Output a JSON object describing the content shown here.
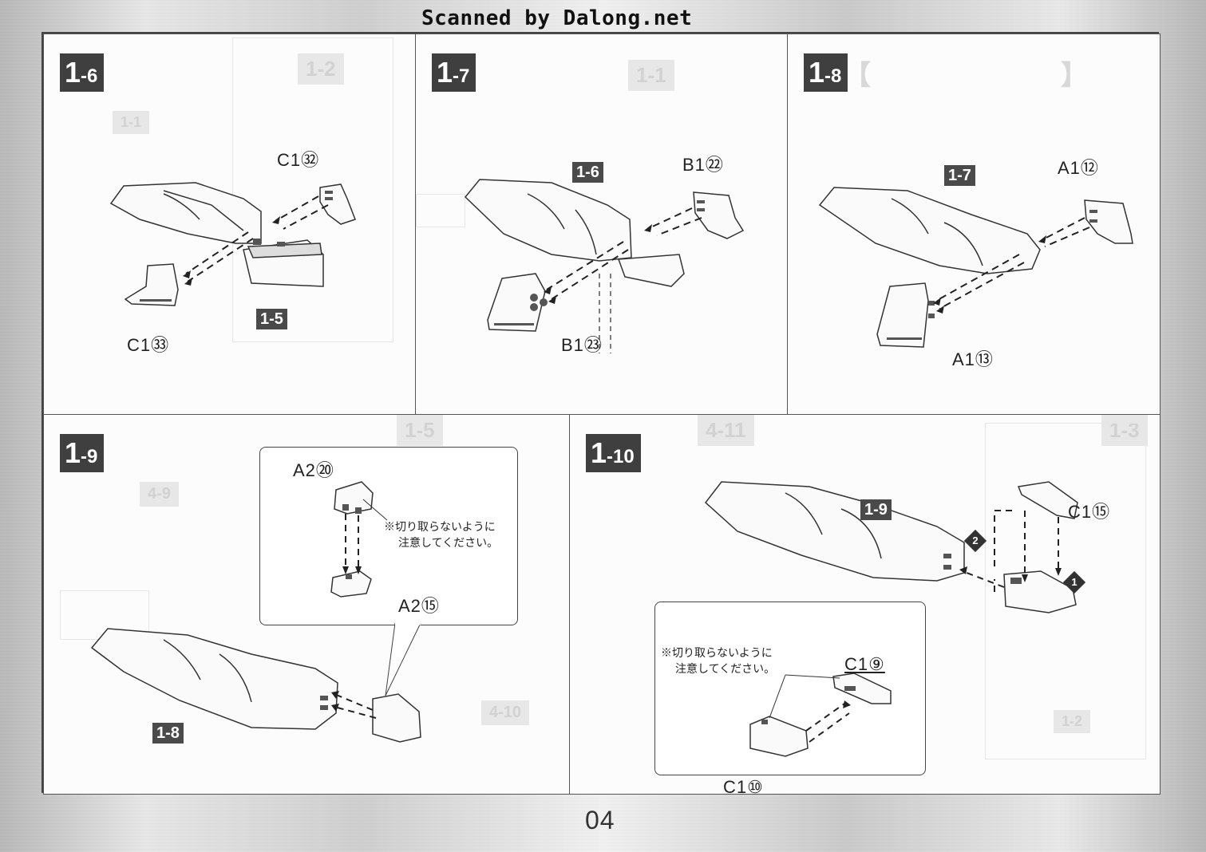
{
  "watermark": "Scanned by Dalong.net",
  "page_number": "04",
  "panels": [
    {
      "step_main": "1",
      "step_sub": "-6",
      "tags": [
        "1-5"
      ],
      "parts": [
        "C1㉜",
        "C1㉝"
      ]
    },
    {
      "step_main": "1",
      "step_sub": "-7",
      "tags": [
        "1-6"
      ],
      "parts": [
        "B1㉒",
        "B1㉓"
      ]
    },
    {
      "step_main": "1",
      "step_sub": "-8",
      "tags": [
        "1-7"
      ],
      "parts": [
        "A1⑫",
        "A1⑬"
      ]
    },
    {
      "step_main": "1",
      "step_sub": "-9",
      "tags": [
        "1-8"
      ],
      "parts": [
        "A2⑳",
        "A2⑮"
      ],
      "note_line1": "※切り取らないように",
      "note_line2": "注意してください。"
    },
    {
      "step_main": "1",
      "step_sub": "-10",
      "tags": [
        "1-9"
      ],
      "parts": [
        "C1⑮",
        "C1⑨",
        "C1⑩"
      ],
      "order": [
        "2",
        "1"
      ],
      "note_line1": "※切り取らないように",
      "note_line2": "注意してください。"
    }
  ]
}
